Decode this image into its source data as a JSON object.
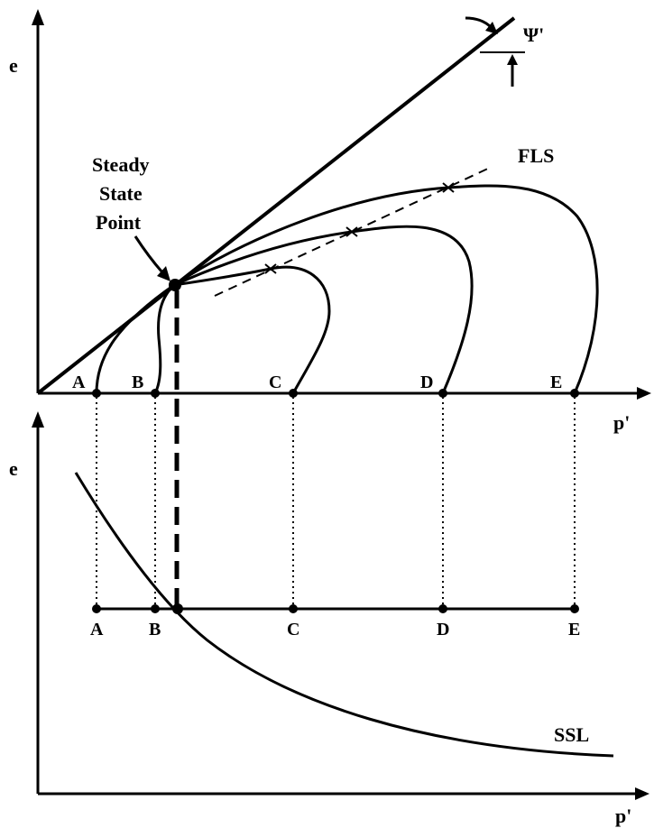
{
  "axes": {
    "upper": {
      "y_label": "e",
      "x_label": "p'"
    },
    "lower": {
      "y_label": "e",
      "x_label": "p'"
    }
  },
  "labels": {
    "psi": "Ψ'",
    "fls": "FLS",
    "steady_state": [
      "Steady",
      "State",
      "Point"
    ],
    "ssl": "SSL"
  },
  "points_upper": [
    "A",
    "B",
    "C",
    "D",
    "E"
  ],
  "points_lower": [
    "A",
    "B",
    "C",
    "D",
    "E"
  ],
  "colors": {
    "ink": "#000000",
    "background": "#ffffff"
  }
}
